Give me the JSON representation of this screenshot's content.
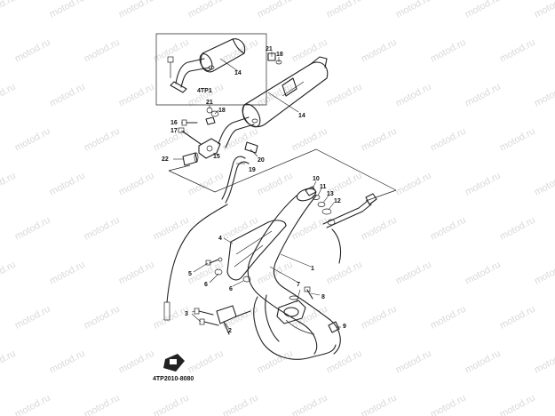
{
  "watermark": {
    "text": "motod.ru"
  },
  "inset": {
    "label": "4TP1"
  },
  "figure_code": "4TP2010-8080",
  "callouts": {
    "c1": "1",
    "c2": "2",
    "c3": "3",
    "c4": "4",
    "c5": "5",
    "c6": "6",
    "c7": "7",
    "c8": "8",
    "c9": "9",
    "c10": "10",
    "c11": "11",
    "c12": "12",
    "c13": "13",
    "c14": "14",
    "c14b": "14",
    "c15": "15",
    "c16": "16",
    "c17": "17",
    "c18": "18",
    "c18b": "18",
    "c19": "19",
    "c20": "20",
    "c21": "21",
    "c21b": "21",
    "c22": "22"
  }
}
